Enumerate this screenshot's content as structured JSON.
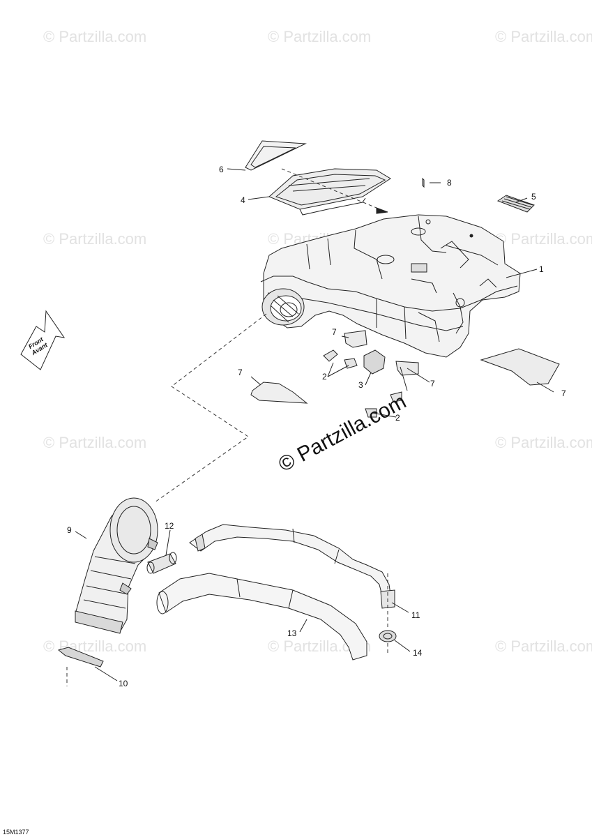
{
  "figure_id": "15M1377",
  "watermark_small": "© Partzilla.com",
  "watermark_big": "© Partzilla.com",
  "front_arrow": {
    "line1": "Front",
    "line2": "Avant"
  },
  "callouts": [
    {
      "id": "c1",
      "text": "1"
    },
    {
      "id": "c2a",
      "text": "2"
    },
    {
      "id": "c2b",
      "text": "2"
    },
    {
      "id": "c3",
      "text": "3"
    },
    {
      "id": "c4",
      "text": "4"
    },
    {
      "id": "c5",
      "text": "5"
    },
    {
      "id": "c6",
      "text": "6"
    },
    {
      "id": "c7a",
      "text": "7"
    },
    {
      "id": "c7b",
      "text": "7"
    },
    {
      "id": "c7c",
      "text": "7"
    },
    {
      "id": "c7d",
      "text": "7"
    },
    {
      "id": "c8",
      "text": "8"
    },
    {
      "id": "c9",
      "text": "9"
    },
    {
      "id": "c10",
      "text": "10"
    },
    {
      "id": "c11",
      "text": "11"
    },
    {
      "id": "c12",
      "text": "12"
    },
    {
      "id": "c13",
      "text": "13"
    },
    {
      "id": "c14",
      "text": "14"
    }
  ]
}
